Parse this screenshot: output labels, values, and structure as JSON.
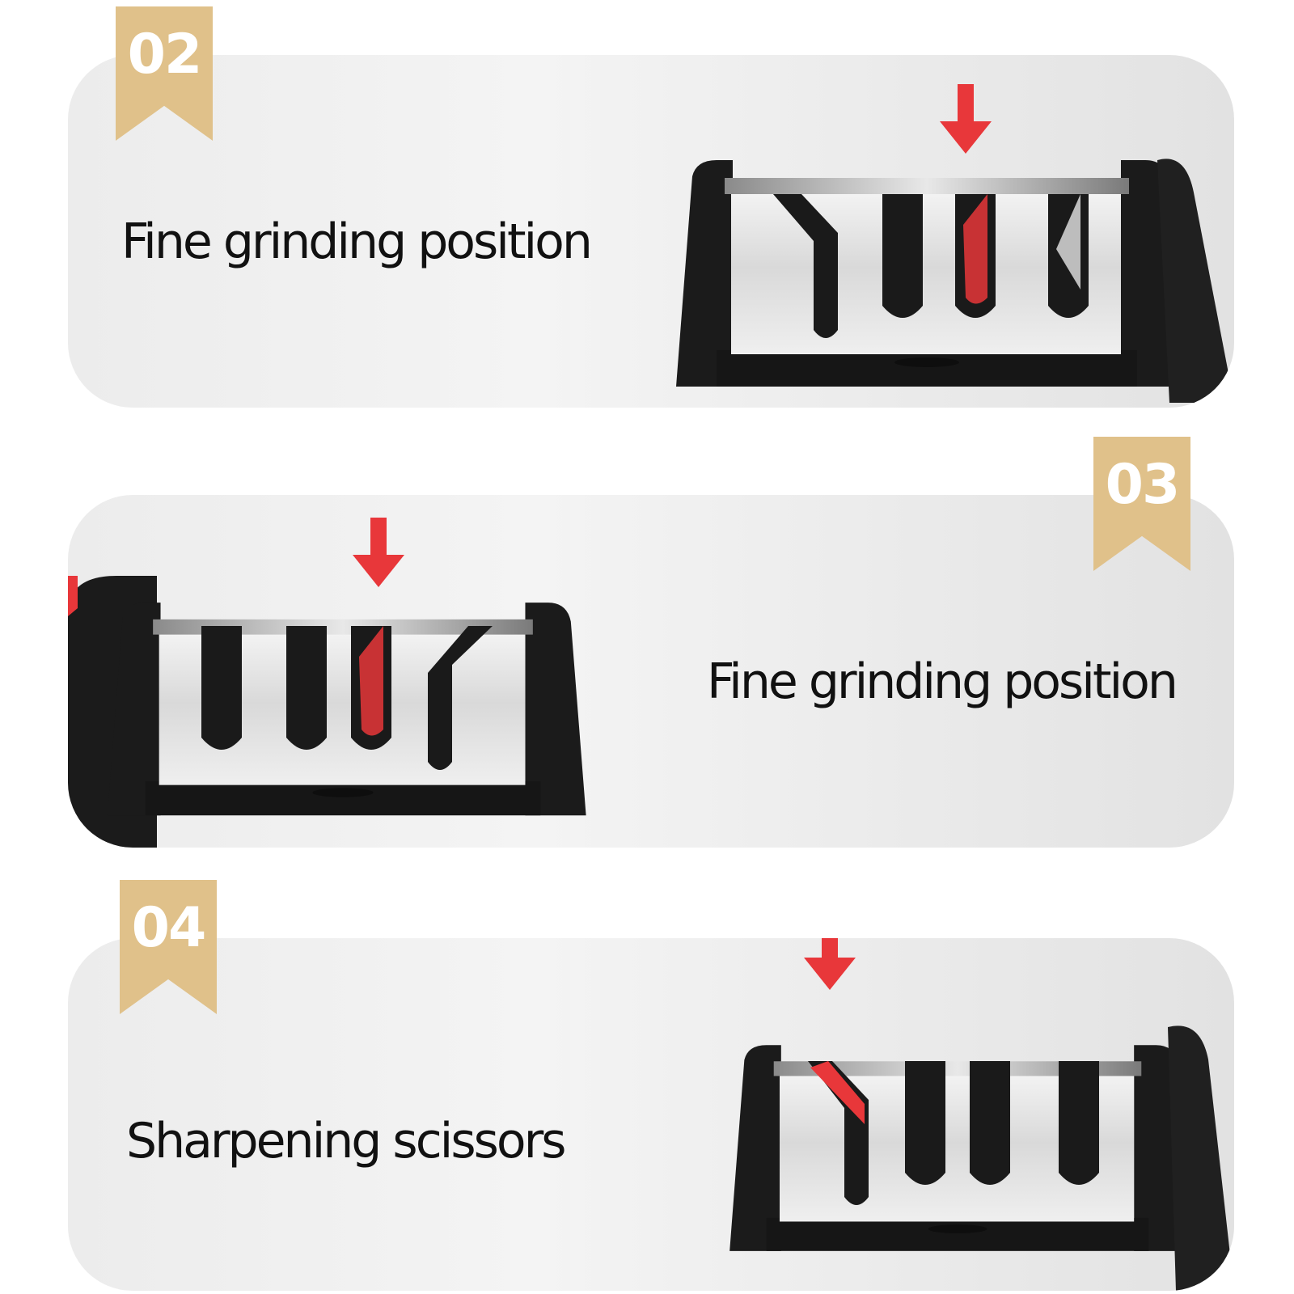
{
  "steps": [
    {
      "number": "02",
      "caption": "Fine grinding position"
    },
    {
      "number": "03",
      "caption": "Fine grinding position"
    },
    {
      "number": "04",
      "caption": "Sharpening scissors"
    }
  ],
  "colors": {
    "ribbon": "#e0c18a",
    "arrow": "#e8373a",
    "highlight": "#e8373a",
    "housing": "#1b1b1b"
  }
}
